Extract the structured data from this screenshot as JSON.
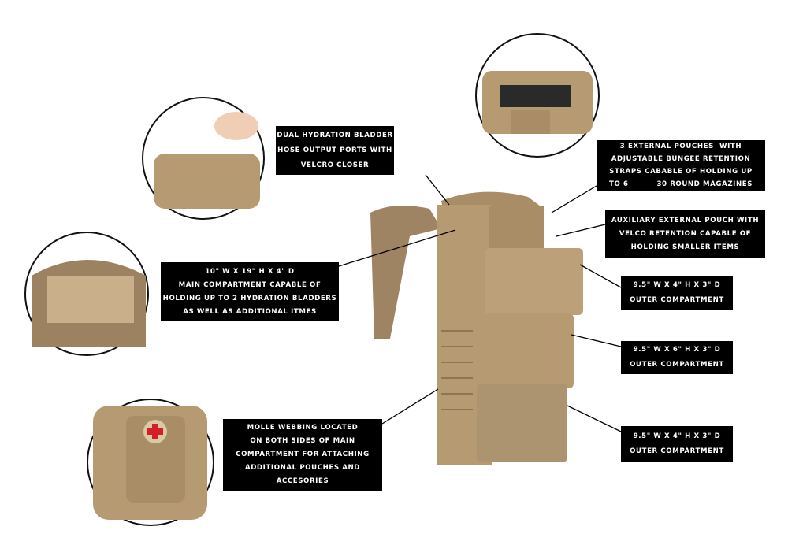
{
  "colors": {
    "label_bg": "#000000",
    "label_text": "#ffffff",
    "product": "#b59a72"
  },
  "labels": {
    "hydration": [
      "DUAL HYDRATION BLADDER",
      "HOSE OUTPUT PORTS WITH",
      "VELCRO CLOSER"
    ],
    "pouches": [
      "3 EXTERNAL POUCHES  WITH",
      "ADJUSTABLE BUNGEE RETENTION",
      "STRAPS CABABLE OF HOLDING UP",
      "TO 6          30 ROUND MAGAZINES"
    ],
    "auxiliary": [
      "AUXILIARY EXTERNAL POUCH WITH",
      "VELCO RETENTION CAPABLE OF",
      "HOLDING SMALLER ITEMS"
    ],
    "main": [
      "10\" W X 19\" H X 4\" D",
      "MAIN COMPARTMENT CAPABLE OF",
      "HOLDING UP TO 2 HYDRATION BLADDERS",
      "AS WELL AS ADDITIONAL ITMES"
    ],
    "outer1": [
      "9.5\" W X 4\" H X 3\" D",
      "OUTER COMPARTMENT"
    ],
    "outer2": [
      "9.5\" W X 6\" H X 3\" D",
      "OUTER COMPARTMENT"
    ],
    "molle": [
      "MOLLE WEBBING LOCATED",
      "ON BOTH SIDES OF MAIN",
      "COMPARTMENT FOR ATTACHING",
      "ADDITIONAL POUCHES AND",
      "ACCESORIES"
    ],
    "outer3": [
      "9.5\" W X 4\" H X 3\" D",
      "OUTER COMPARTMENT"
    ]
  }
}
